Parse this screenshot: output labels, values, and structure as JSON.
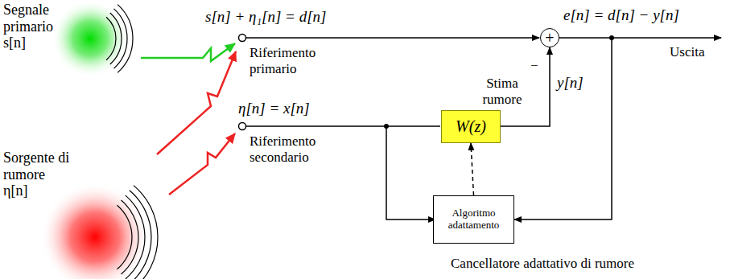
{
  "diagram": {
    "caption": "Cancellatore adattativo di rumore",
    "nodes": [
      {
        "text": [
          "Segnale primario s[n]"
        ]
      },
      {
        "text": [
          "Sorgente di rumore η[n]"
        ]
      },
      {
        "text": [
          "W(z)"
        ]
      },
      {
        "text": [
          "Algoritmo adattamento"
        ]
      },
      {
        "text": [
          "+"
        ]
      }
    ],
    "edges": [
      {
        "from": 2,
        "to": 4,
        "arrow": "to",
        "label": "y[n]"
      },
      {
        "from": 4,
        "to": 3,
        "arrow": "to"
      },
      {
        "from": 3,
        "to": 2,
        "arrow": "to"
      }
    ],
    "labels": [
      "s[n] + η₁[n] = d[n]",
      "Riferimento primario",
      "η[n] = x[n]",
      "Riferimento secondario",
      "Stima rumore",
      "−",
      "e[n] = d[n] − y[n]",
      "Uscita"
    ]
  }
}
